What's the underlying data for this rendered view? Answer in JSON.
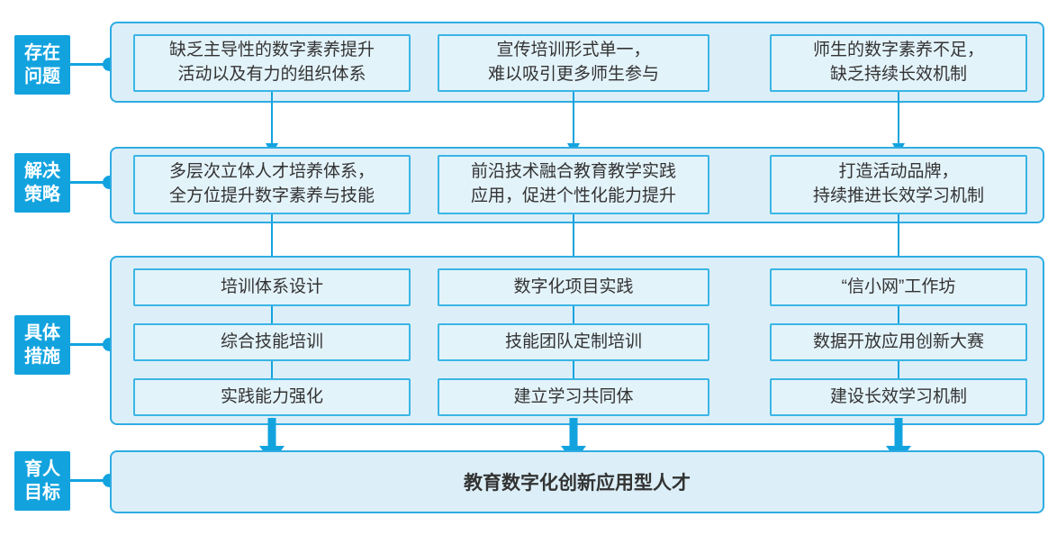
{
  "colors": {
    "accent_blue": "#12A3DF",
    "container_border": "#2FACE2",
    "container_fill": "#DCEFF8",
    "box_border": "#3AB5E6",
    "box_fill": "#E3F3FA",
    "text": "#333333",
    "label_text": "#FFFFFF"
  },
  "rows": {
    "problems": {
      "label": "存在\n问题",
      "items": [
        "缺乏主导性的数字素养提升\n活动以及有力的组织体系",
        "宣传培训形式单一，\n难以吸引更多师生参与",
        "师生的数字素养不足，\n缺乏持续长效机制"
      ]
    },
    "strategies": {
      "label": "解决\n策略",
      "items": [
        "多层次立体人才培养体系，\n全方位提升数字素养与技能",
        "前沿技术融合教育教学实践\n应用，促进个性化能力提升",
        "打造活动品牌，\n持续推进长效学习机制"
      ]
    },
    "measures": {
      "label": "具体\n措施",
      "columns": [
        [
          "培训体系设计",
          "综合技能培训",
          "实践能力强化"
        ],
        [
          "数字化项目实践",
          "技能团队定制培训",
          "建立学习共同体"
        ],
        [
          "“信小网”工作坊",
          "数据开放应用创新大赛",
          "建设长效学习机制"
        ]
      ]
    },
    "goal": {
      "label": "育人\n目标",
      "text": "教育数字化创新应用型人才"
    }
  }
}
